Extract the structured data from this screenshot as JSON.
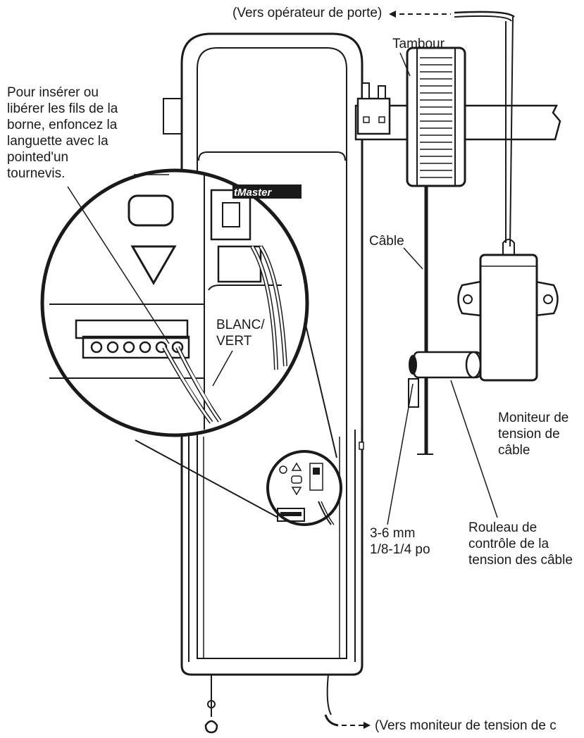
{
  "labels": {
    "to_operator": "(Vers opérateur de porte)",
    "drum": "Tambour",
    "instruction": [
      "Pour insérer ou",
      "libérer les fils de la",
      "borne, enfoncez la",
      "languette avec la",
      "pointed'un",
      "tournevis."
    ],
    "wire_color": [
      "BLANC/",
      "VERT"
    ],
    "cable": "Câble",
    "monitor": [
      "Moniteur de",
      "tension de",
      "câble"
    ],
    "gap_mm": "3-6 mm",
    "gap_in": "1/8-1/4 po",
    "roller": [
      "Rouleau de",
      "contrôle de la",
      "tension des câble"
    ],
    "to_monitor": "(Vers moniteur de tension de c"
  },
  "brand": "LiftMaster",
  "brand_visible": "tMaster"
}
